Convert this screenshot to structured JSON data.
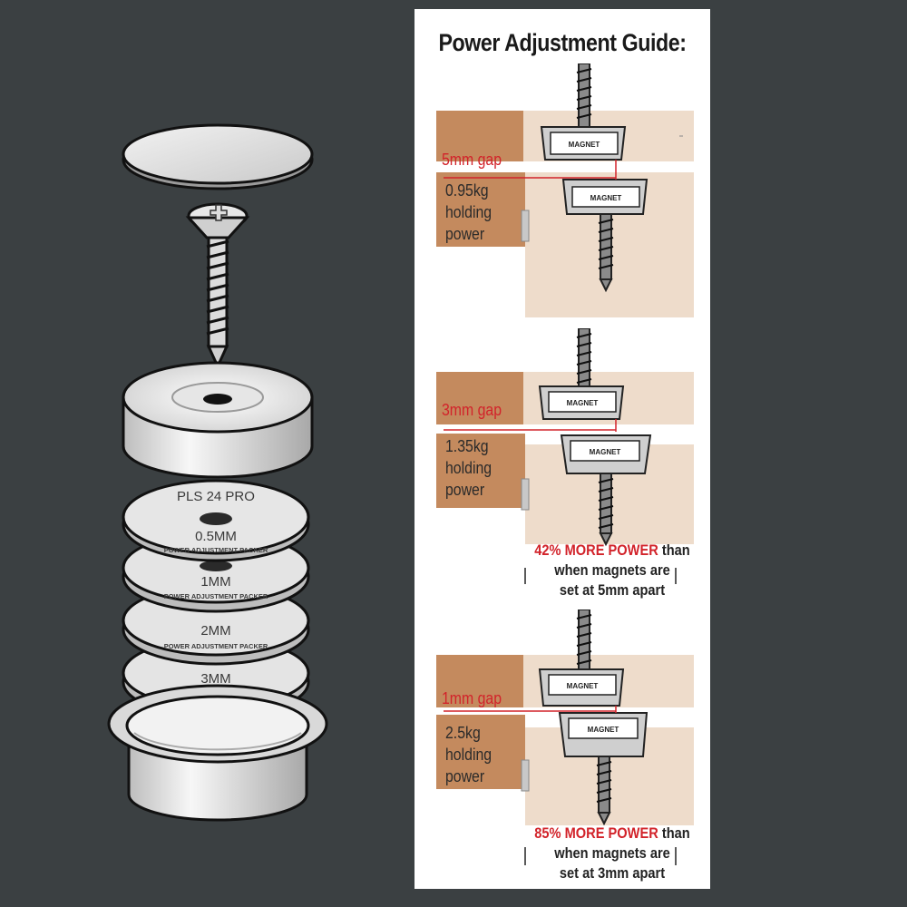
{
  "guide": {
    "title": "Power Adjustment Guide:",
    "magnet_label": "MAGNET",
    "sections": [
      {
        "gap": "5mm gap",
        "power": [
          "0.95kg",
          "holding",
          "power"
        ],
        "callout": null
      },
      {
        "gap": "3mm gap",
        "power": [
          "1.35kg",
          "holding",
          "power"
        ],
        "callout": {
          "highlight": "42% MORE POWER",
          "rest": " than",
          "line2": "when magnets are",
          "line3": "set at 5mm apart"
        }
      },
      {
        "gap": "1mm gap",
        "power": [
          "2.5kg",
          "holding",
          "power"
        ],
        "callout": {
          "highlight": "85% MORE POWER",
          "rest": " than",
          "line2": "when magnets are",
          "line3": "set at 3mm apart"
        }
      }
    ]
  },
  "packers": {
    "brand": "PLS 24 PRO",
    "subtitle": "POWER ADJUSTMENT PACKER",
    "sizes": [
      "0.5MM",
      "1MM",
      "2MM",
      "3MM"
    ]
  },
  "colors": {
    "background": "#3b4042",
    "wood": "#c48a5e",
    "wood_light": "#eedccb",
    "accent": "#d2232a"
  }
}
